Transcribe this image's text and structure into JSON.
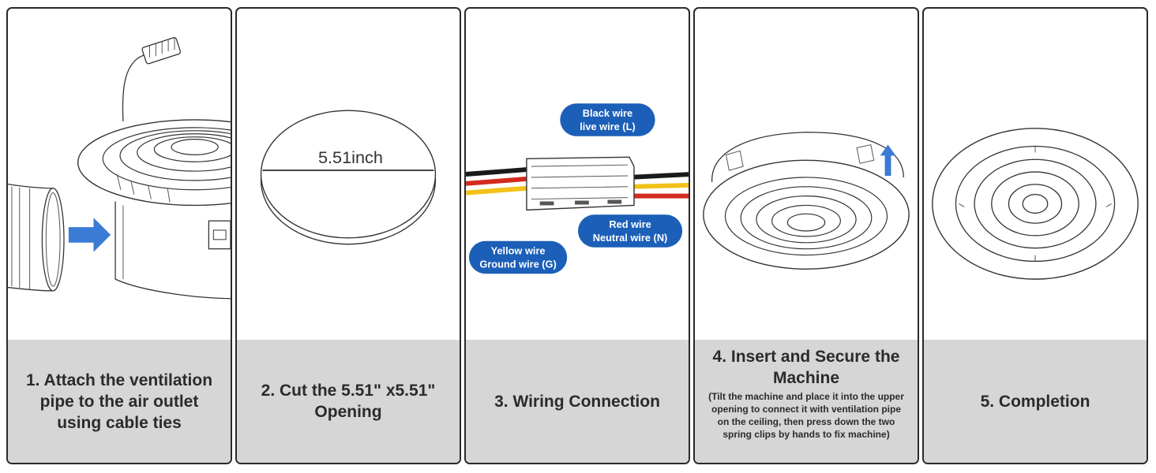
{
  "panels": [
    {
      "step": "1. Attach the ventilation pipe to the air outlet using cable ties",
      "illustration": "fan-pipe-attach"
    },
    {
      "step": "2. Cut the 5.51\" x5.51\" Opening",
      "illustration": "circular-cutout",
      "dimension_label": "5.51inch"
    },
    {
      "step": "3. Wiring Connection",
      "illustration": "wire-connector",
      "labels": {
        "black": [
          "Black wire",
          "live wire (L)"
        ],
        "red": [
          "Red wire",
          "Neutral wire (N)"
        ],
        "yellow": [
          "Yellow wire",
          "Ground wire (G)"
        ]
      }
    },
    {
      "step": "4. Insert and Secure the Machine",
      "note": "(Tilt the machine and place it into the upper opening to connect it with ventilation pipe on the ceiling, then press down the two spring clips by hands to fix machine)",
      "illustration": "insert-machine"
    },
    {
      "step": "5. Completion",
      "illustration": "finished-grille"
    }
  ],
  "colors": {
    "label_blue": "#1b5fb8",
    "arrow_blue": "#3a7bd5",
    "caption_bg": "#d6d6d6",
    "wire_black": "#1a1a1a",
    "wire_red": "#d42a1f",
    "wire_yellow": "#f2c218"
  }
}
